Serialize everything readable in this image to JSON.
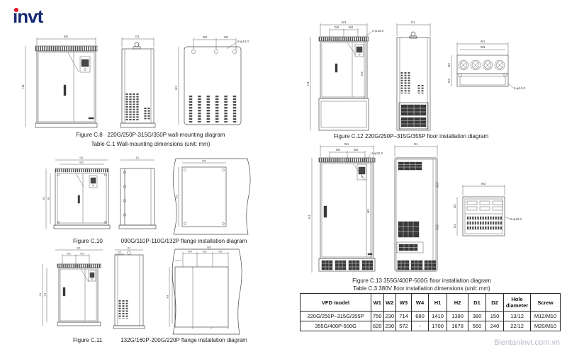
{
  "logo": {
    "text": "invt"
  },
  "watermark": "Bientaninvt.com.vn",
  "colors": {
    "logo_blue": "#172a74",
    "logo_red": "#e8112d",
    "line": "#4a4a4a",
    "watermark": "#b6bacd"
  },
  "dim_labels": {
    "w1": "W1",
    "w2": "W2",
    "w3": "W3",
    "w4": "W4",
    "h1": "H1",
    "h2": "H2",
    "h3": "H3",
    "d1": "D1",
    "d2": "D2"
  },
  "figures": {
    "c8": {
      "caption": "Figure C.8   220G/250P-315G/350P wall-mounting diagram",
      "table_caption": "Table C.1 Wall-mounting dimensions (unit: mm)",
      "hole": "6-φ13.0"
    },
    "c10": {
      "label": "Figure C.10",
      "title": "090G/110P-110G/132P flange installation diagram"
    },
    "c11": {
      "label": "Figure C.11",
      "title": "132G/160P-200G/220P flange installation diagram"
    },
    "c12": {
      "caption": "Figure C.12 220G/250P–315G/355P floor installation diagram",
      "hole": "2-φ13.0",
      "fan_hole": "6-φ13.0"
    },
    "c13": {
      "caption": "Figure C.13 355G/400P-500G floor installation diagram",
      "table_caption": "Table C.3 380V floor installation dimensions (unit: mm)",
      "hole": "2-φ22.0",
      "detail_hole": "6-φ13.0"
    }
  },
  "table": {
    "headers": [
      "VFD model",
      "W1",
      "W2",
      "W3",
      "W4",
      "H1",
      "H2",
      "D1",
      "D2",
      "Hole diameter",
      "Screw"
    ],
    "rows": [
      [
        "220G/250P–315G/355P",
        "750",
        "230",
        "714",
        "680",
        "1410",
        "1390",
        "380",
        "150",
        "13/12",
        "M12/M10"
      ],
      [
        "355G/400P-500G",
        "620",
        "230",
        "572",
        "-",
        "1700",
        "1678",
        "560",
        "240",
        "22/12",
        "M20/M10"
      ]
    ]
  }
}
